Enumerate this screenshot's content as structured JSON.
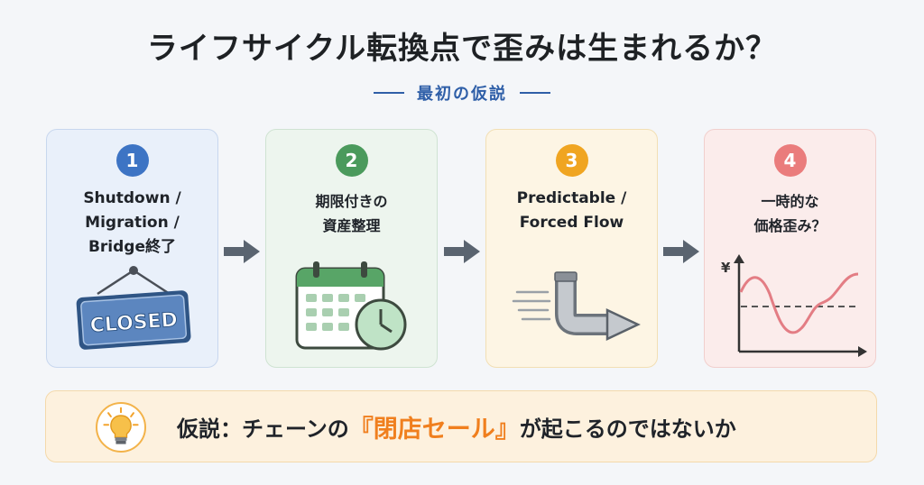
{
  "title": "ライフサイクル転換点で歪みは生まれるか？",
  "subtitle": "最初の仮説",
  "steps": [
    {
      "number": "1",
      "text": "Shutdown /\nMigration /\nBridge終了",
      "sign_text": "CLOSED",
      "color": "#3d74c4"
    },
    {
      "number": "2",
      "text": "期限付きの\n資産整理",
      "color": "#4b9a5c"
    },
    {
      "number": "3",
      "text": "Predictable /\nForced Flow",
      "color": "#f0a521"
    },
    {
      "number": "4",
      "text": "一時的な\n価格歪み？",
      "axis_label": "¥",
      "color": "#ea7c7c"
    }
  ],
  "hypothesis": {
    "prefix": "仮説：チェーンの",
    "emphasis": "『閉店セール』",
    "suffix": "が起こるのではないか"
  }
}
